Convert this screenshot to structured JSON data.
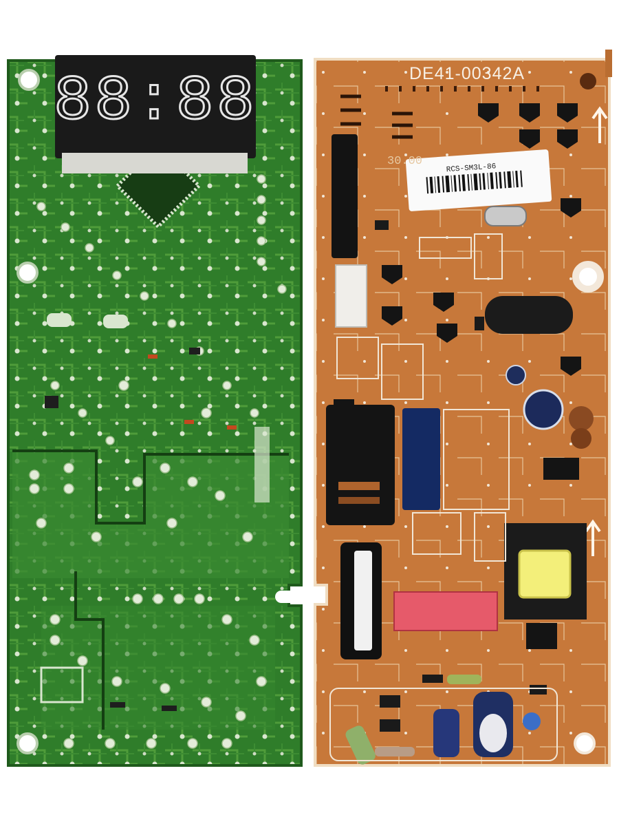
{
  "image": {
    "subject": "microwave oven control circuit board, component side and solder side",
    "background": "#ffffff"
  },
  "colors": {
    "green_board": "#2f7d2a",
    "green_trace": "#4f9c3a",
    "orange_board": "#c7783a",
    "silkscreen": "#f1e6d6",
    "display_face": "#1a1a1a"
  },
  "left_board": {
    "display_digits": "88:88"
  },
  "right_board": {
    "part_number": "DE41-00342A",
    "barcode_label": "RCS-SM3L-86",
    "printed_number": "30.00"
  }
}
